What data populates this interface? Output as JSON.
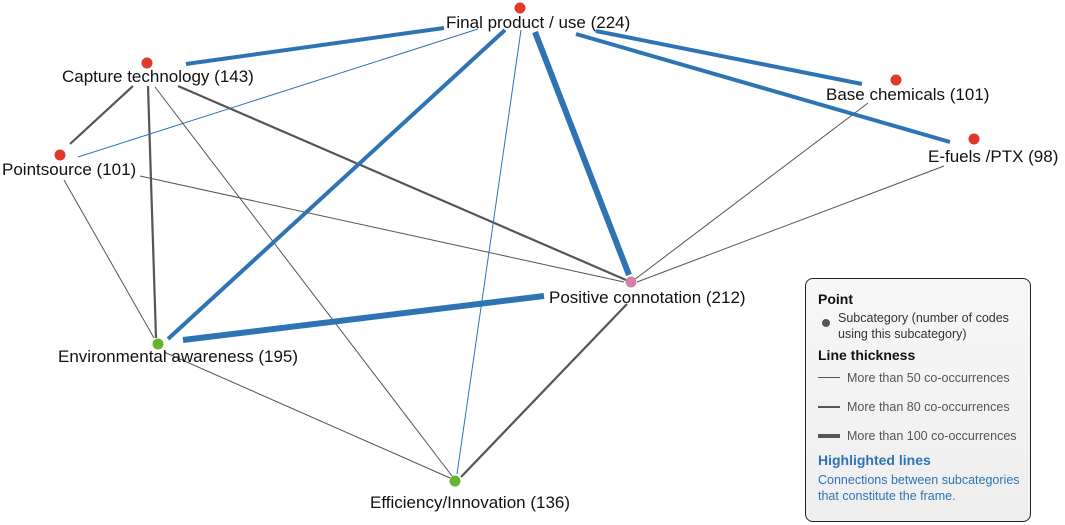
{
  "colors": {
    "highlight": "#2e74b5",
    "cooccurrence": "#555555",
    "node_red": "#e0382b",
    "node_pink": "#d87fa8",
    "node_green": "#65b32e"
  },
  "nodes": [
    {
      "id": "final",
      "label": "Final product / use (224)",
      "color": "#e0382b"
    },
    {
      "id": "capture",
      "label": "Capture technology (143)",
      "color": "#e0382b"
    },
    {
      "id": "base",
      "label": "Base chemicals (101)",
      "color": "#e0382b"
    },
    {
      "id": "efuels",
      "label": "E-fuels /PTX (98)",
      "color": "#e0382b"
    },
    {
      "id": "point",
      "label": "Pointsource (101)",
      "color": "#e0382b"
    },
    {
      "id": "positive",
      "label": "Positive connotation (212)",
      "color": "#d87fa8"
    },
    {
      "id": "env",
      "label": "Environmental awareness (195)",
      "color": "#65b32e"
    },
    {
      "id": "eff",
      "label": "Efficiency/Innovation (136)",
      "color": "#65b32e"
    }
  ],
  "edges": [
    {
      "source": "final",
      "target": "capture",
      "level": "thick",
      "highlighted": true
    },
    {
      "source": "final",
      "target": "point",
      "level": "thin",
      "highlighted": true
    },
    {
      "source": "final",
      "target": "env",
      "level": "thick",
      "highlighted": true
    },
    {
      "source": "final",
      "target": "positive",
      "level": "thickest",
      "highlighted": true
    },
    {
      "source": "final",
      "target": "eff",
      "level": "thin",
      "highlighted": true
    },
    {
      "source": "final",
      "target": "base",
      "level": "thick",
      "highlighted": true
    },
    {
      "source": "final",
      "target": "efuels",
      "level": "thick",
      "highlighted": true
    },
    {
      "source": "env",
      "target": "positive",
      "level": "thickest",
      "highlighted": true
    },
    {
      "source": "capture",
      "target": "point",
      "level": "medium",
      "highlighted": false
    },
    {
      "source": "capture",
      "target": "env",
      "level": "medium",
      "highlighted": false
    },
    {
      "source": "capture",
      "target": "positive",
      "level": "medium",
      "highlighted": false
    },
    {
      "source": "capture",
      "target": "eff",
      "level": "thin",
      "highlighted": false
    },
    {
      "source": "point",
      "target": "env",
      "level": "thin",
      "highlighted": false
    },
    {
      "source": "point",
      "target": "positive",
      "level": "thin",
      "highlighted": false
    },
    {
      "source": "base",
      "target": "positive",
      "level": "thin",
      "highlighted": false
    },
    {
      "source": "efuels",
      "target": "positive",
      "level": "thin",
      "highlighted": false
    },
    {
      "source": "env",
      "target": "eff",
      "level": "thin",
      "highlighted": false
    },
    {
      "source": "positive",
      "target": "eff",
      "level": "medium",
      "highlighted": false
    }
  ],
  "legend": {
    "point_heading": "Point",
    "point_text": "Subcategory (number of codes using this subcategory)",
    "thickness_heading": "Line thickness",
    "thickness_items": [
      {
        "level": "thin",
        "label": "More than 50 co-occurrences"
      },
      {
        "level": "medium",
        "label": "More than 80 co-occurrences"
      },
      {
        "level": "thick",
        "label": "More than 100 co-occurrences"
      }
    ],
    "highlight_heading": "Highlighted lines",
    "highlight_text": "Connections between subcategories that constitute the frame."
  }
}
